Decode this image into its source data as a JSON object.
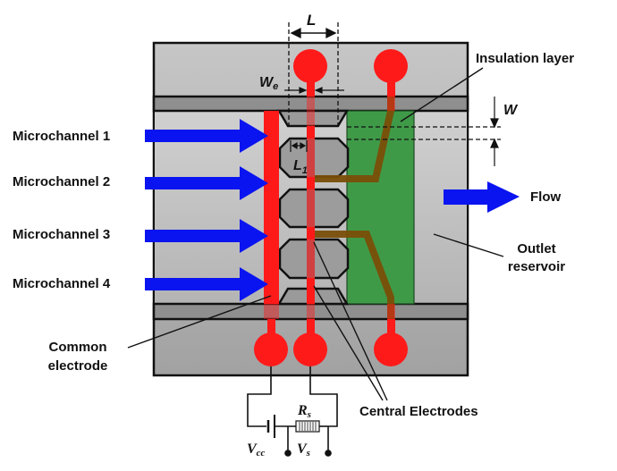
{
  "diagram": {
    "title": "Microfluidic chip with four microchannels and electrodes",
    "inlets": [
      {
        "label": "Microchannel 1"
      },
      {
        "label": "Microchannel 2"
      },
      {
        "label": "Microchannel 3"
      },
      {
        "label": "Microchannel 4"
      }
    ],
    "labels": {
      "insulation_layer": "Insulation layer",
      "flow": "Flow",
      "outlet_reservoir_line1": "Outlet",
      "outlet_reservoir_line2": "reservoir",
      "common_electrode_line1": "Common",
      "common_electrode_line2": "electrode",
      "central_electrodes": "Central Electrodes"
    },
    "dimensions": {
      "L": "L",
      "We_main": "W",
      "We_sub": "e",
      "W": "W",
      "L1_main": "L",
      "L1_sub": "1"
    },
    "circuit": {
      "Rs_main": "R",
      "Rs_sub": "s",
      "Vcc_main": "V",
      "Vcc_sub": "cc",
      "Vs_main": "V",
      "Vs_sub": "s"
    },
    "colors": {
      "chip_body": "#a9a9a9",
      "bar": "#8f8f8f",
      "channel": "#c4c4c4",
      "post": "#9a9a9a",
      "electrode": "#ff1a1a",
      "insulation": "#3f9a48",
      "buried_trace": "#7a4e08",
      "arrow": "#0a14f0"
    }
  }
}
